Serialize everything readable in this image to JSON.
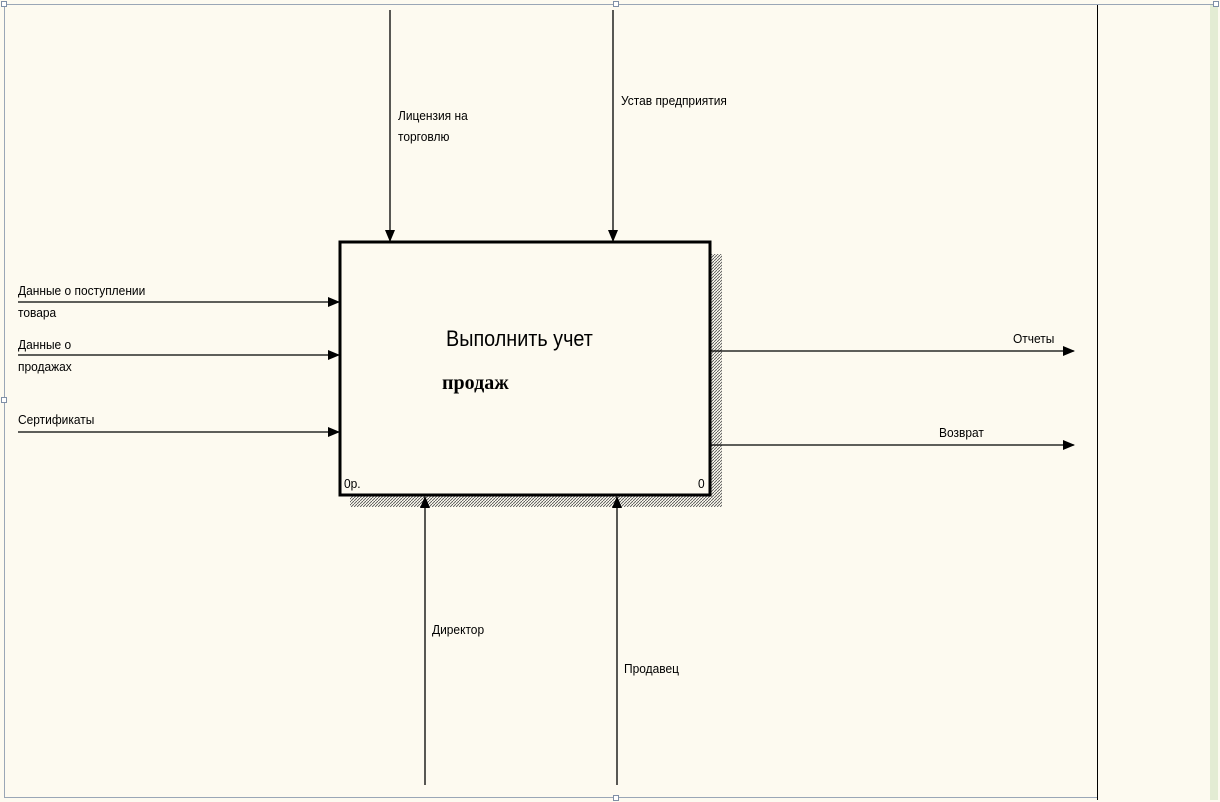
{
  "diagram": {
    "activity": {
      "title_line1": "Выполнить учет",
      "title_line2": "продаж",
      "cost_label": "0р.",
      "node_number": "0"
    },
    "controls": [
      {
        "label_line1": "Лицензия на",
        "label_line2": "торговлю"
      },
      {
        "label_line1": "Устав предприятия",
        "label_line2": ""
      }
    ],
    "inputs": [
      {
        "label_line1": "Данные о поступлении",
        "label_line2": "товара"
      },
      {
        "label_line1": "Данные о",
        "label_line2": "продажах"
      },
      {
        "label_line1": "Сертификаты",
        "label_line2": ""
      }
    ],
    "outputs": [
      {
        "label": "Отчеты"
      },
      {
        "label": "Возврат"
      }
    ],
    "mechanisms": [
      {
        "label": "Директор"
      },
      {
        "label": "Продавец"
      }
    ]
  }
}
